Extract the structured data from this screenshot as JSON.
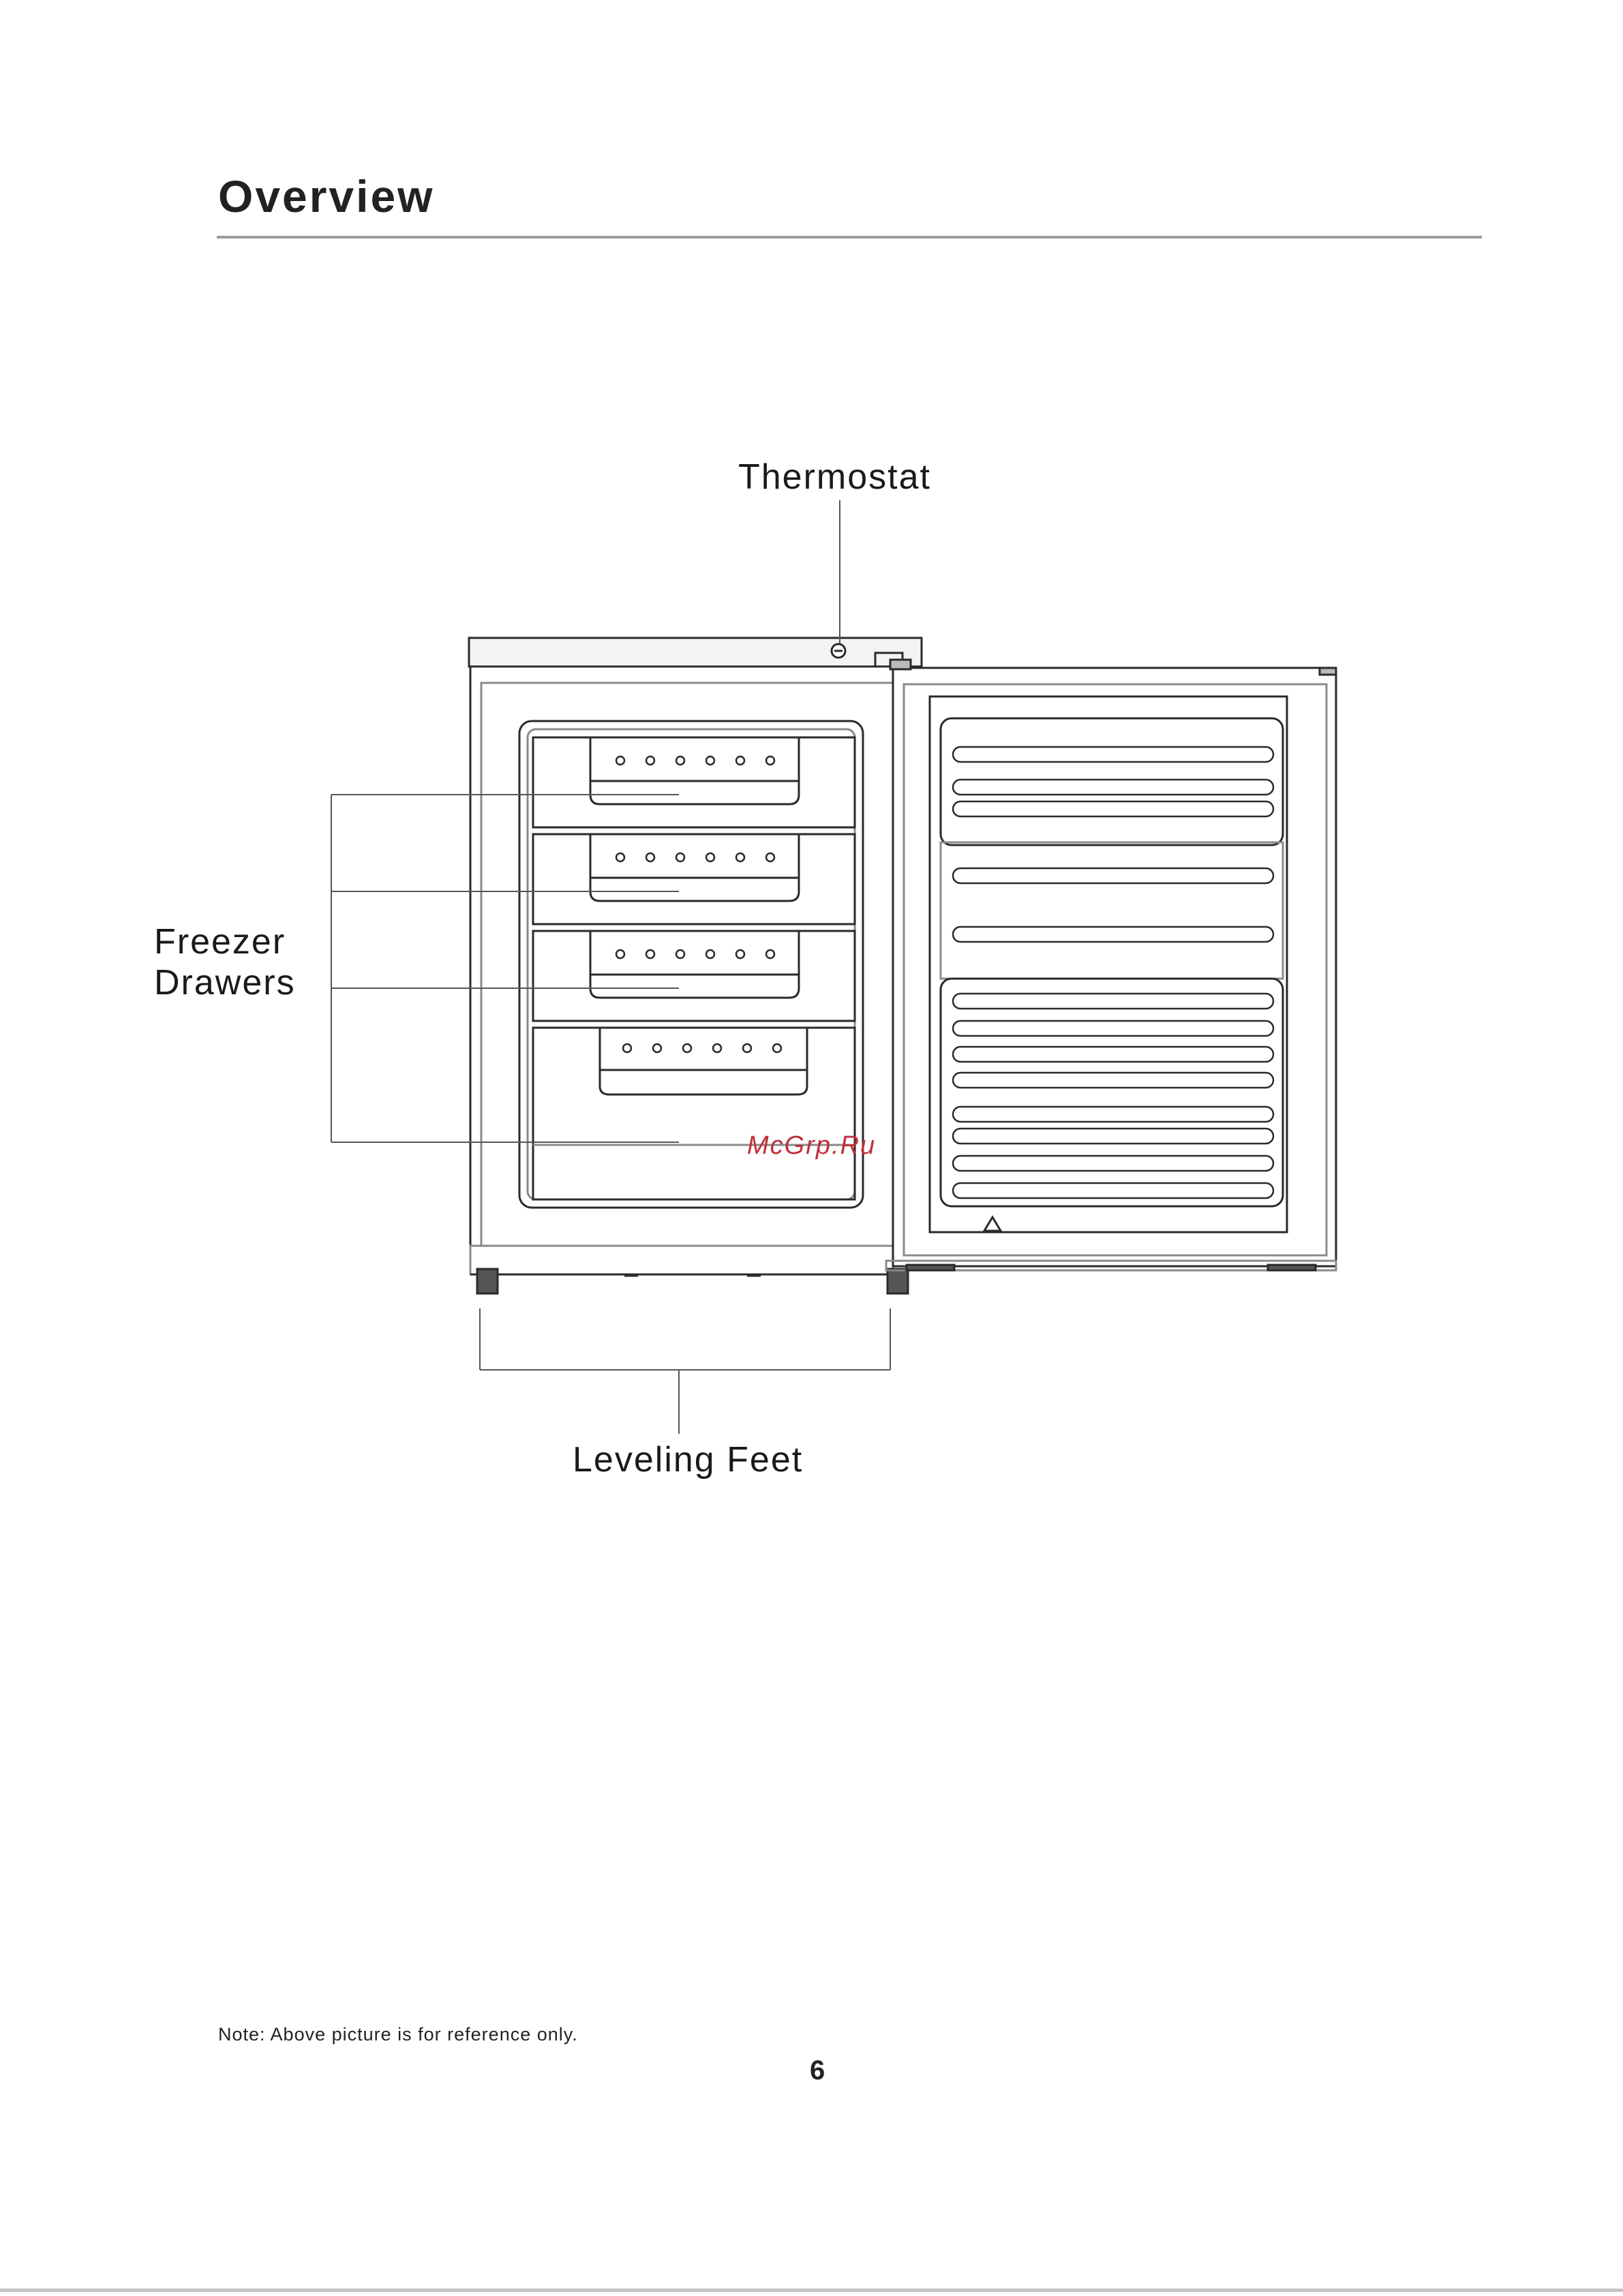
{
  "page": {
    "title": "Overview",
    "note": "Note: Above picture is for reference only.",
    "page_number": "6",
    "watermark": "McGrp.Ru"
  },
  "diagram": {
    "labels": {
      "thermostat": "Thermostat",
      "freezer_drawers_line1": "Freezer",
      "freezer_drawers_line2": "Drawers",
      "leveling_feet": "Leveling Feet"
    },
    "drawer_count": 4,
    "colors": {
      "line": "#2a2a2a",
      "light_line": "#8a8a8a",
      "watermark": "#c0303a"
    }
  }
}
